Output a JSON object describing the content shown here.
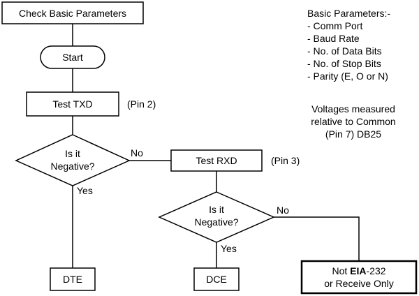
{
  "title_box": "Check Basic Parameters",
  "start": "Start",
  "test_txd": "Test TXD",
  "txd_pin": "(Pin 2)",
  "decision1": {
    "line1": "Is it",
    "line2": "Negative?"
  },
  "no1": "No",
  "yes1": "Yes",
  "test_rxd": "Test RXD",
  "rxd_pin": "(Pin 3)",
  "decision2": {
    "line1": "Is it",
    "line2": "Negative?"
  },
  "no2": "No",
  "yes2": "Yes",
  "dte": "DTE",
  "dce": "DCE",
  "not_eia": {
    "prefix": "Not ",
    "bold": "EIA",
    "suffix": "-232",
    "line2": "or Receive Only"
  },
  "basic_params": {
    "heading": "Basic Parameters:-",
    "items": [
      "- Comm Port",
      "- Baud Rate",
      "- No. of Data Bits",
      "- No. of Stop Bits",
      "- Parity (E, O or N)"
    ]
  },
  "voltage_note": [
    "Voltages measured",
    "relative to Common",
    "(Pin 7) DB25"
  ]
}
